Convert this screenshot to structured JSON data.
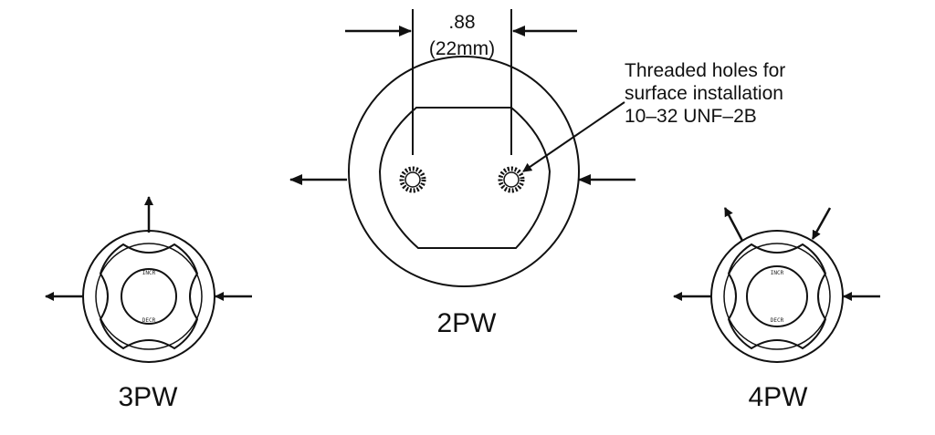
{
  "dimension": {
    "value": ".88",
    "metric": "(22mm)"
  },
  "callout": {
    "line1": "Threaded holes for",
    "line2": "surface installation",
    "line3": "10–32 UNF–2B"
  },
  "valves": {
    "v3pw": {
      "label": "3PW",
      "incr": "INCR",
      "decr": "DECR"
    },
    "v2pw": {
      "label": "2PW"
    },
    "v4pw": {
      "label": "4PW",
      "incr": "INCR",
      "decr": "DECR"
    }
  }
}
